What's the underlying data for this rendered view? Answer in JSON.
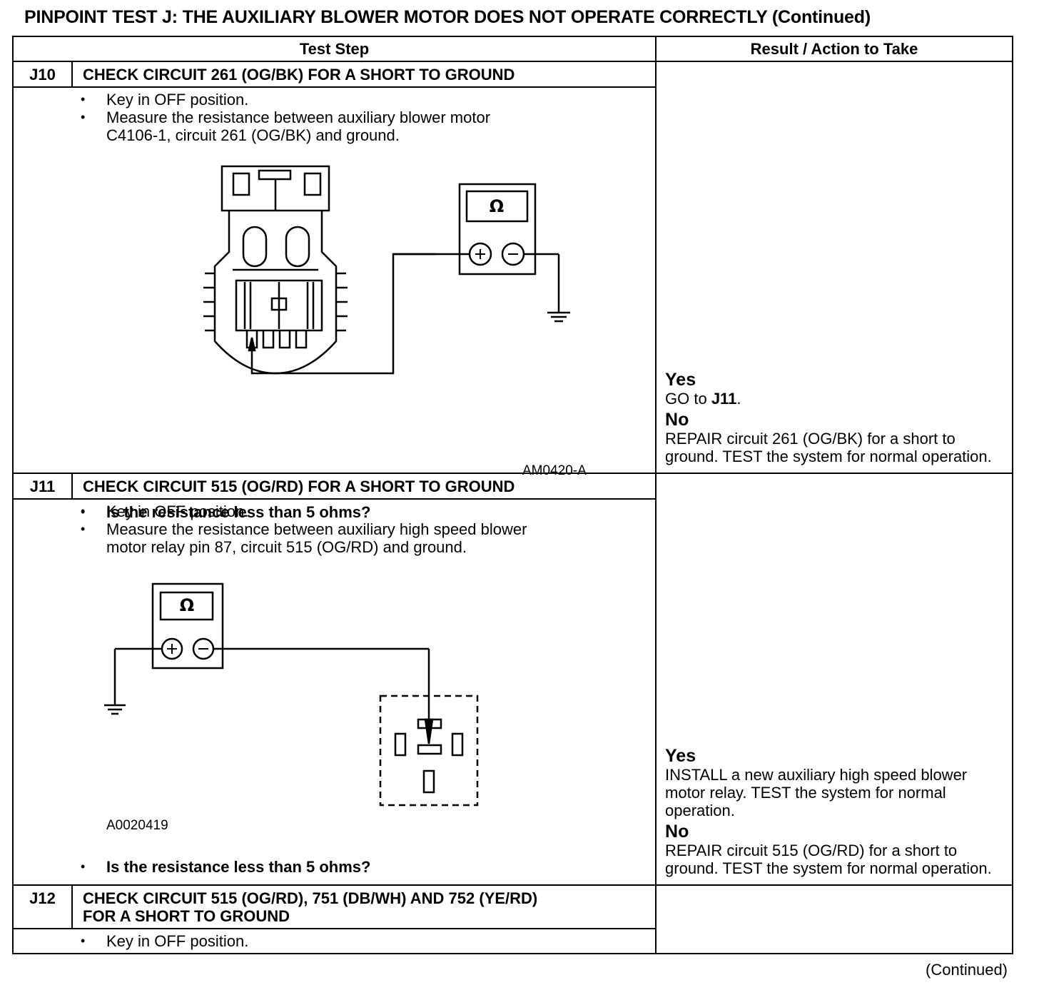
{
  "page_title": "PINPOINT TEST  J: THE AUXILIARY BLOWER MOTOR DOES NOT OPERATE CORRECTLY (Continued)",
  "table_header": {
    "test_step": "Test Step",
    "result_action": "Result / Action to Take"
  },
  "steps": [
    {
      "id": "J10",
      "heading": "CHECK CIRCUIT 261 (OG/BK) FOR A SHORT TO GROUND",
      "bullets": [
        "Key in OFF position.",
        "Measure the resistance between auxiliary blower motor\nC4106-1, circuit 261 (OG/BK) and ground."
      ],
      "figure_label": "AM0420-A",
      "meter_symbol": "Ω",
      "question": "Is the resistance less than 5 ohms?",
      "yes_label": "Yes",
      "yes_text_prefix": "GO to ",
      "yes_ref": "J11",
      "yes_text_suffix": ".",
      "no_label": "No",
      "no_text": "REPAIR circuit 261 (OG/BK) for a short to ground. TEST the system for normal operation."
    },
    {
      "id": "J11",
      "heading": "CHECK CIRCUIT 515 (OG/RD) FOR A SHORT TO GROUND",
      "bullets": [
        "Key in OFF position.",
        "Measure the resistance between auxiliary high speed blower\nmotor relay pin 87, circuit 515 (OG/RD) and ground."
      ],
      "figure_label": "A0020419",
      "meter_symbol": "Ω",
      "question": "Is the resistance less than 5 ohms?",
      "yes_label": "Yes",
      "yes_text": "INSTALL a new auxiliary high speed blower motor relay. TEST the system for normal operation.",
      "no_label": "No",
      "no_text": "REPAIR circuit 515 (OG/RD) for a short to ground. TEST the system for normal operation."
    },
    {
      "id": "J12",
      "heading": "CHECK CIRCUIT 515 (OG/RD), 751 (DB/WH) AND 752 (YE/RD)\nFOR A SHORT TO GROUND",
      "bullets": [
        "Key in OFF position."
      ]
    }
  ],
  "footer_note": "(Continued)"
}
